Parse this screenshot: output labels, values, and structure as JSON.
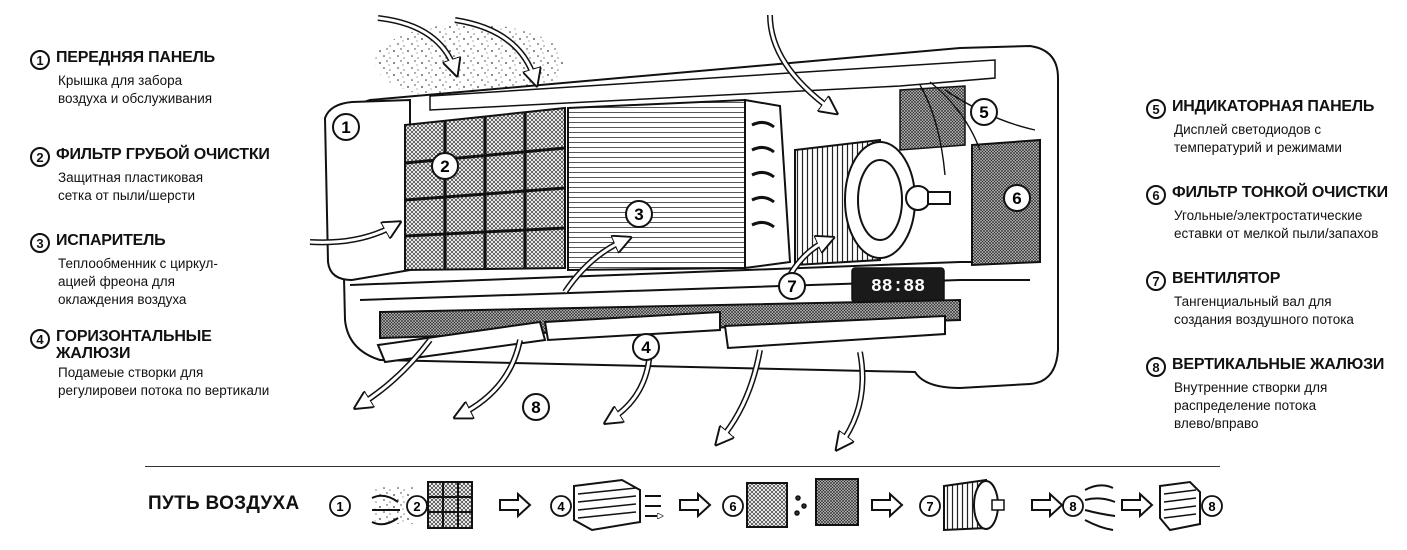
{
  "legend_left": [
    {
      "num": "1",
      "title": "ПЕРЕДНЯЯ ПАНЕЛЬ",
      "desc": [
        "Крышка для забора",
        "воздуха и обслуживания"
      ]
    },
    {
      "num": "2",
      "title": "ФИЛЬТР ГРУБОЙ ОЧИСТКИ",
      "desc": [
        "Защитная пластиковая",
        "сетка от пыли/шерсти"
      ]
    },
    {
      "num": "3",
      "title": "ИСПАРИТЕЛЬ",
      "desc": [
        "Теплообменник с циркул-",
        "ацией фреона для",
        "оклаждения воздуха"
      ]
    },
    {
      "num": "4",
      "title": "ГОРИЗОНТАЛЬНЫЕ\nЖАЛЮЗИ",
      "desc": [
        "Подамеые створки для",
        "регулировеи потока по вертикали"
      ]
    }
  ],
  "legend_right": [
    {
      "num": "5",
      "title": "ИНДИКАТОРНАЯ ПАНЕЛЬ",
      "desc": [
        "Дисплей светодиодов с",
        "температурий и режимами"
      ]
    },
    {
      "num": "6",
      "title": "ФИЛЬТР ТОНКОЙ ОЧИСТКИ",
      "desc": [
        "Угольные/электростатические",
        "еставки от мелкой пыли/запахов"
      ]
    },
    {
      "num": "7",
      "title": "ВЕНТИЛЯТОР",
      "desc": [
        "Тангенциальный вал для",
        "создания воздушного потока"
      ]
    },
    {
      "num": "8",
      "title": "ВЕРТИКАЛЬНЫЕ ЖАЛЮЗИ",
      "desc": [
        "Внутренние створки для",
        "распределение потока",
        "влево/вправо"
      ]
    }
  ],
  "callouts": [
    "1",
    "2",
    "3",
    "4",
    "5",
    "6",
    "7",
    "8"
  ],
  "display_text": "88:88",
  "air_path": {
    "title": "ПУТЬ ВОЗДУХА",
    "steps": [
      "1",
      "2",
      "4",
      "6",
      "7",
      "8",
      "8"
    ]
  }
}
